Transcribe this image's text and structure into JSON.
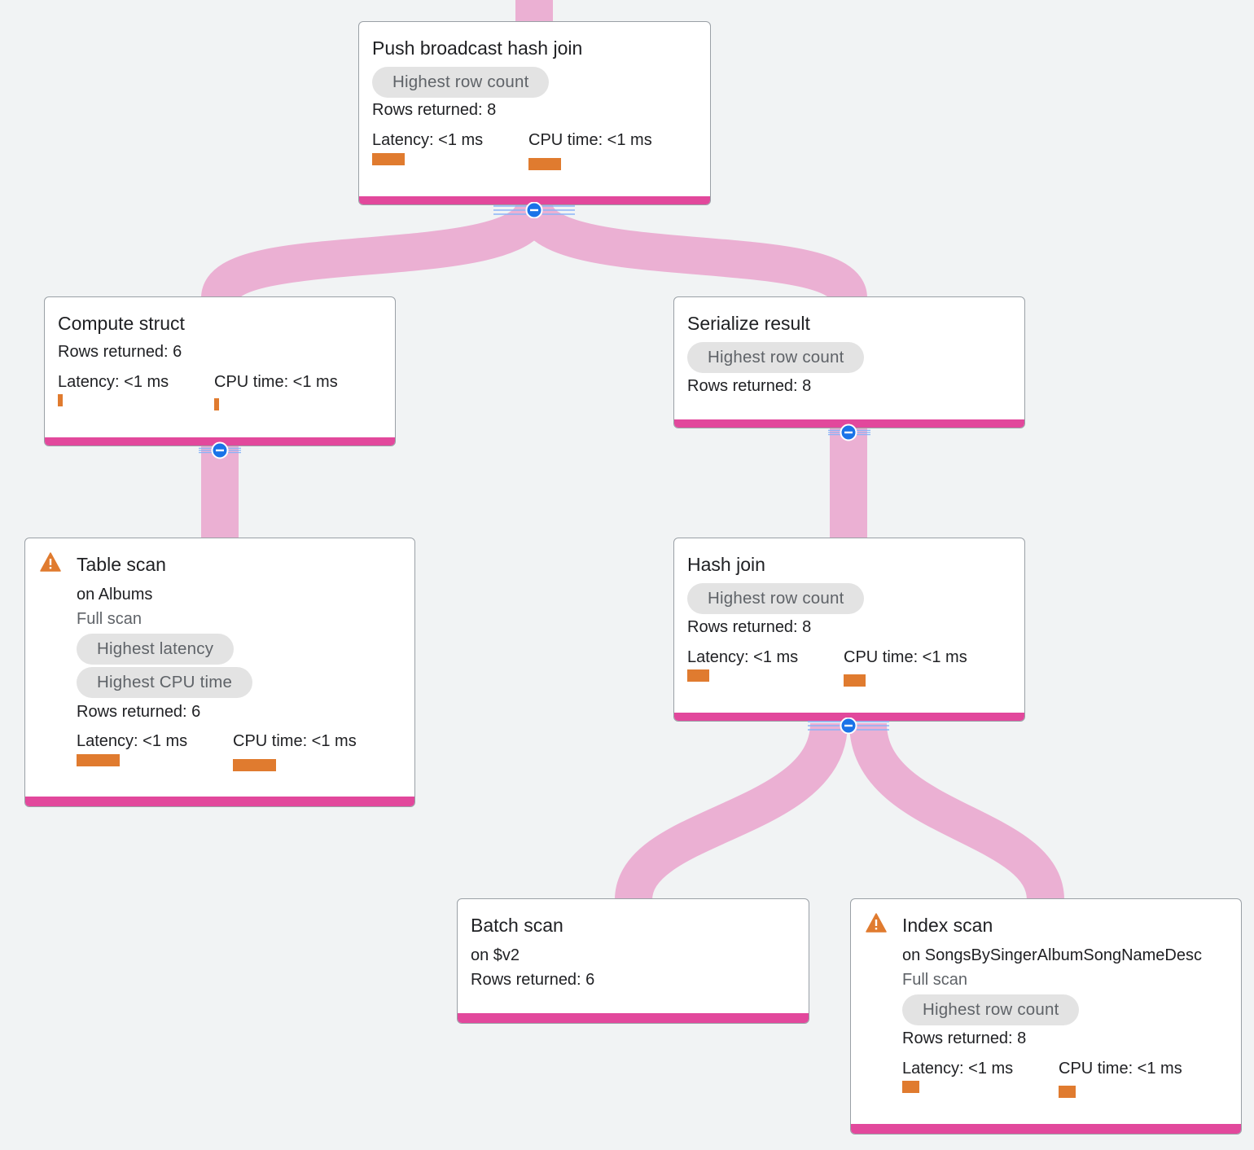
{
  "colors": {
    "background": "#f1f3f4",
    "edge": "#ebb0d3",
    "node_bottom_bar": "#e2489c",
    "metric_bar": "#e07b2f",
    "toggle_button": "#1a73e8",
    "warning": "#e07b2f"
  },
  "nodes": {
    "push_broadcast": {
      "title": "Push broadcast hash join",
      "chip": "Highest row count",
      "rows": "Rows returned: 8",
      "latency": "Latency: <1 ms",
      "cpu": "CPU time: <1 ms"
    },
    "compute_struct": {
      "title": "Compute struct",
      "rows": "Rows returned: 6",
      "latency": "Latency: <1 ms",
      "cpu": "CPU time: <1 ms"
    },
    "serialize_result": {
      "title": "Serialize result",
      "chip": "Highest row count",
      "rows": "Rows returned: 8"
    },
    "table_scan": {
      "title": "Table scan",
      "on": "on Albums",
      "scan_type": "Full scan",
      "chips": [
        "Highest latency",
        "Highest CPU time"
      ],
      "rows": "Rows returned: 6",
      "latency": "Latency: <1 ms",
      "cpu": "CPU time: <1 ms",
      "icon": "warning-icon"
    },
    "hash_join": {
      "title": "Hash join",
      "chip": "Highest row count",
      "rows": "Rows returned: 8",
      "latency": "Latency: <1 ms",
      "cpu": "CPU time: <1 ms"
    },
    "batch_scan": {
      "title": "Batch scan",
      "on": "on $v2",
      "rows": "Rows returned: 6"
    },
    "index_scan": {
      "title": "Index scan",
      "on": "on SongsBySingerAlbumSongNameDesc",
      "scan_type": "Full scan",
      "chip": "Highest row count",
      "rows": "Rows returned: 8",
      "latency": "Latency: <1 ms",
      "cpu": "CPU time: <1 ms",
      "icon": "warning-icon"
    }
  }
}
